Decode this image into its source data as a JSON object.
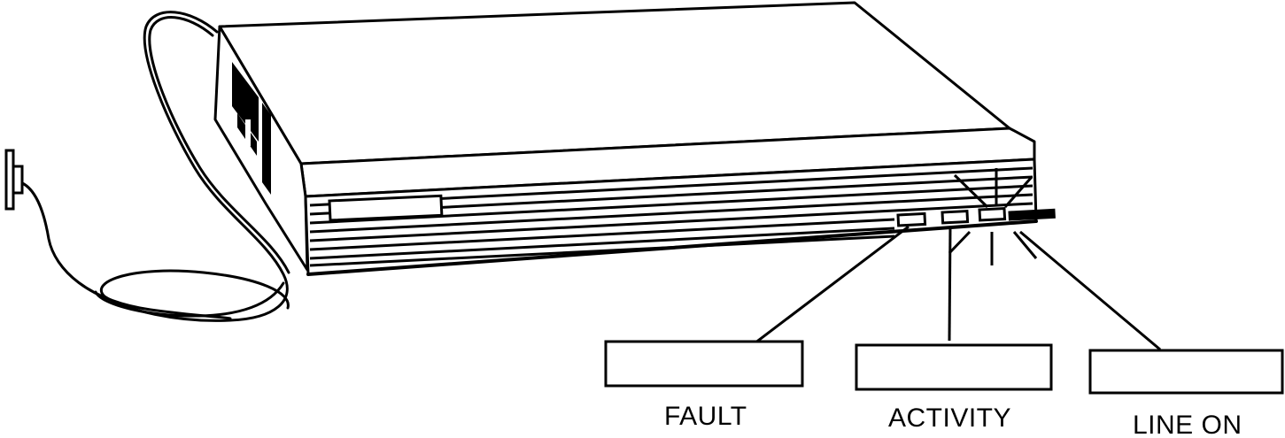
{
  "colors": {
    "ink": "#000000",
    "paper": "#ffffff"
  },
  "indicators": [
    {
      "label": "FAULT"
    },
    {
      "label": "ACTIVITY"
    },
    {
      "label": "LINE ON"
    }
  ]
}
